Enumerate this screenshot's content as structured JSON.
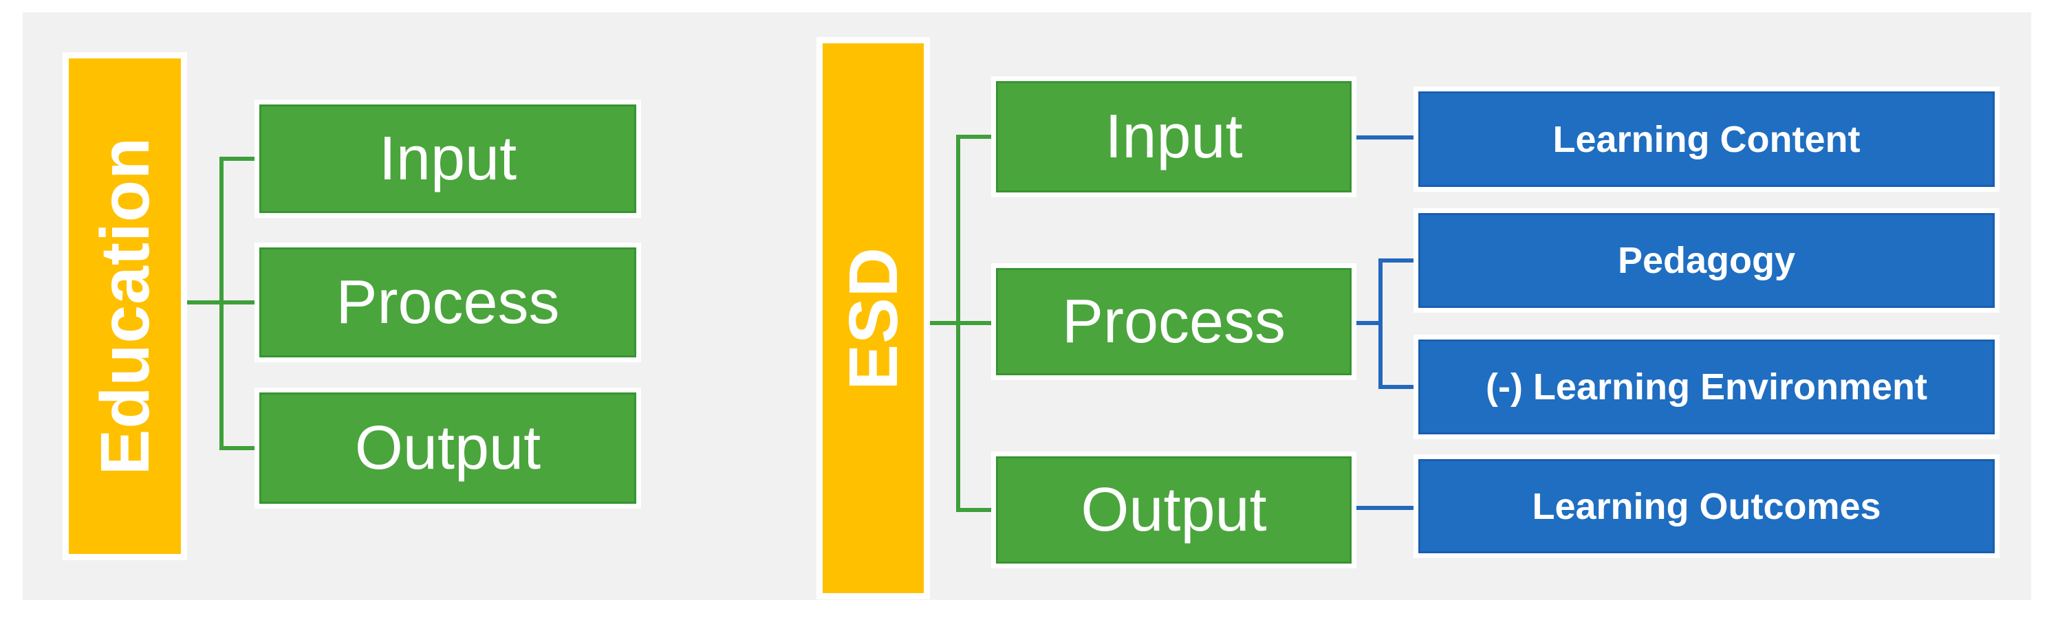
{
  "page": {
    "background": "#FFFFFF",
    "panel_background": "#F1F1F2"
  },
  "colors": {
    "root_bar_fill": "#FFC000",
    "level1_box_fill": "#4AA53C",
    "level1_box_border": "#389433",
    "level1_connector": "#3F9F3A",
    "level2_box_fill": "#1F6EC1",
    "level2_box_border": "#1B5FAE",
    "level2_connector": "#2368BC",
    "box_outline": "#FFFFFF",
    "text": "#FFFFFF"
  },
  "education_diagram": {
    "root_label": "Education",
    "children": [
      {
        "label": "Input"
      },
      {
        "label": "Process"
      },
      {
        "label": "Output"
      }
    ]
  },
  "esd_diagram": {
    "root_label": "ESD",
    "children": [
      {
        "label": "Input"
      },
      {
        "label": "Process"
      },
      {
        "label": "Output"
      }
    ],
    "leaves": [
      {
        "label": "Learning Content",
        "parent": "Input"
      },
      {
        "label": "Pedagogy",
        "parent": "Process"
      },
      {
        "label": "(-) Learning Environment",
        "parent": "Process"
      },
      {
        "label": "Learning Outcomes",
        "parent": "Output"
      }
    ]
  }
}
